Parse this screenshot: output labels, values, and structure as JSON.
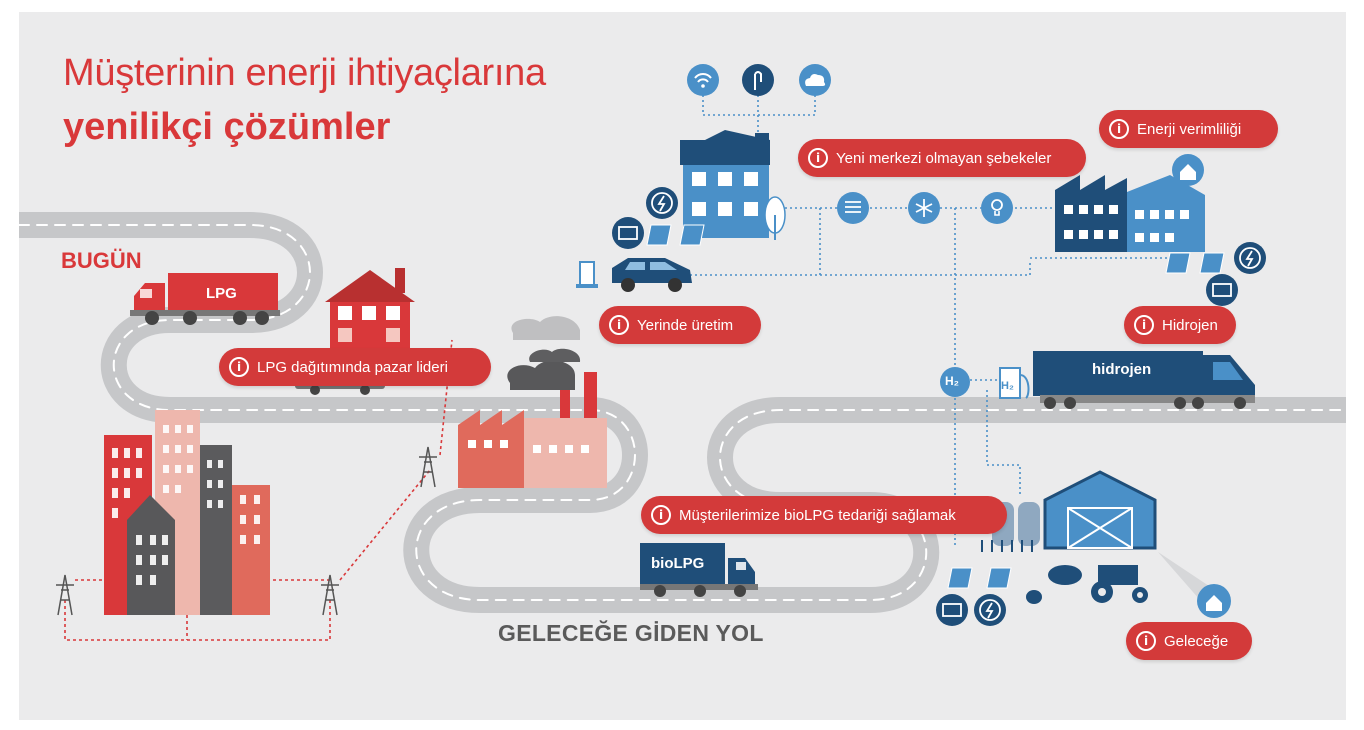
{
  "title": {
    "line1": "Müşterinin enerji ihtiyaçlarına",
    "line2": "yenilikçi çözümler"
  },
  "labels": {
    "today": "BUGÜN",
    "road": "GELECEĞE GİDEN YOL"
  },
  "pills": {
    "lpg_leader": "LPG dağıtımında pazar lideri",
    "decentralized": "Yeni merkezi olmayan şebekeler",
    "efficiency": "Enerji verimliliği",
    "onsite": "Yerinde üretim",
    "hydrogen": "Hidrojen",
    "biolpg": "Müşterilerimize bioLPG tedariği sağlamak",
    "future": "Geleceğe"
  },
  "info_glyph": "i",
  "vehicles": {
    "lpg_truck": "LPG",
    "hydrogen_truck": "hidrojen",
    "biolpg_truck": "bioLPG"
  },
  "hydrogen_symbol": "H₂",
  "icons": [
    "wifi-icon",
    "touch-icon",
    "cloud-icon",
    "charging-icon",
    "battery-icon",
    "solar-panel-icon",
    "floor-heating-icon",
    "snowflake-icon",
    "lightbulb-icon",
    "home-icon",
    "tree-icon",
    "pig-icon",
    "chicken-icon",
    "tractor-icon",
    "power-pylon-icon",
    "factory-icon",
    "barn-icon",
    "silo-icon"
  ],
  "colors": {
    "accent": "#d9383a",
    "road": "#c3c4c6",
    "navy": "#1f4e79",
    "blue": "#4a90c8",
    "background": "#ebebec"
  }
}
